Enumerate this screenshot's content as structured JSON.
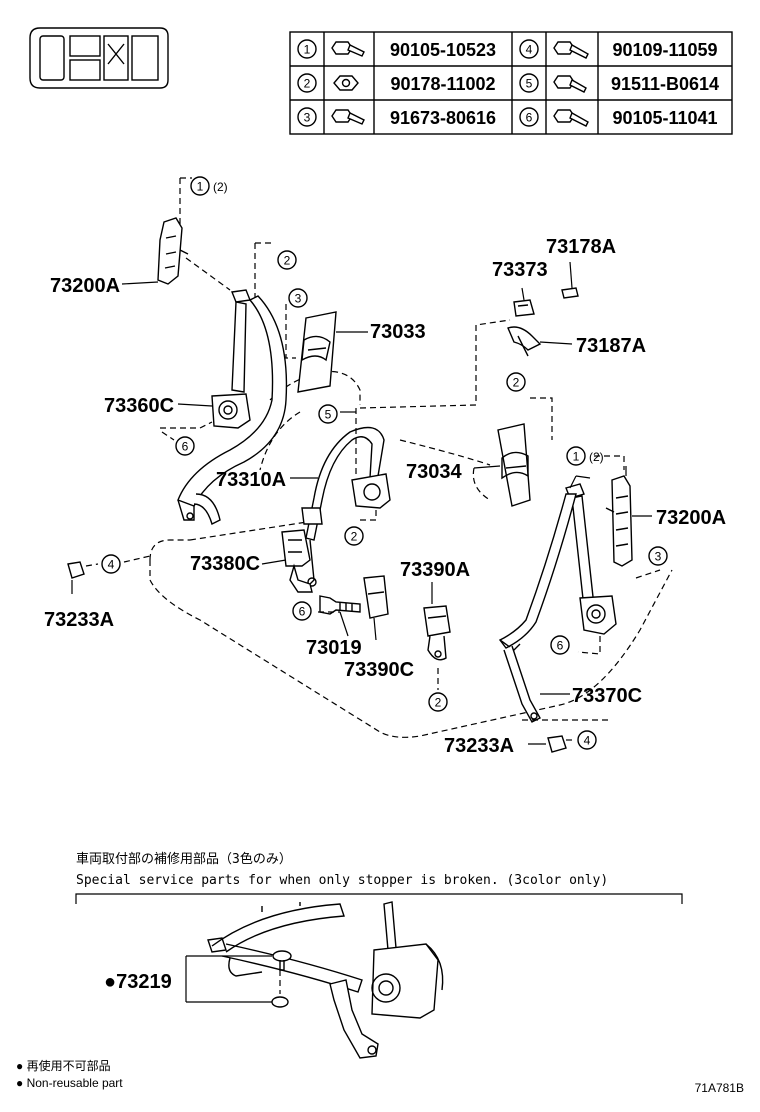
{
  "fastener_table": [
    {
      "no": "1",
      "part": "90105-10523"
    },
    {
      "no": "4",
      "part": "90109-11059"
    },
    {
      "no": "2",
      "part": "90178-11002"
    },
    {
      "no": "5",
      "part": "91511-B0614"
    },
    {
      "no": "3",
      "part": "91673-80616"
    },
    {
      "no": "6",
      "part": "90105-11041"
    }
  ],
  "callouts": {
    "c1_2_top": "1",
    "c1_2_top_suffix": "(2)",
    "c1_2_right": "1",
    "c1_2_right_suffix": "(2)"
  },
  "part_labels": {
    "p73200A_left": "73200A",
    "p73360C": "73360C",
    "p73310A": "73310A",
    "p73380C": "73380C",
    "p73233A_left": "73233A",
    "p73033": "73033",
    "p73019": "73019",
    "p73390C": "73390C",
    "p73390A": "73390A",
    "p73178A": "73178A",
    "p73373": "73373",
    "p73187A": "73187A",
    "p73034": "73034",
    "p73200A_right": "73200A",
    "p73370C": "73370C",
    "p73233A_right": "73233A",
    "p73219": "●73219"
  },
  "notes": {
    "jp_title": "車両取付部の補修用部品（3色のみ）",
    "en_title": "Special service parts for when only stopper is broken. (3color only)",
    "legend_jp": "● 再使用不可部品",
    "legend_en": "● Non-reusable part",
    "figure_code": "71A781B"
  }
}
